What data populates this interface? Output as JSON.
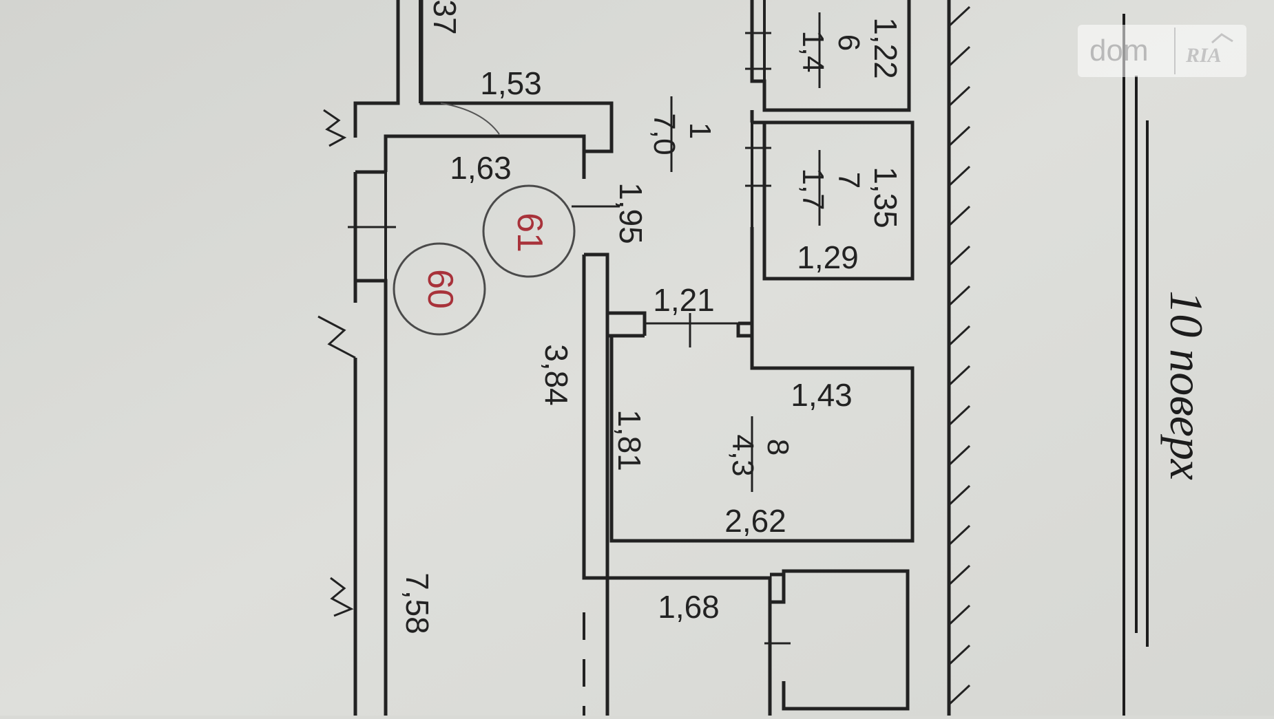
{
  "floor_label": "10 поверх",
  "watermark": {
    "dom": "dom",
    "ria": "RIA"
  },
  "apartment_numbers": [
    "60",
    "61"
  ],
  "rooms": [
    {
      "number": "1",
      "area": "7,0"
    },
    {
      "number": "6",
      "area": "1,4"
    },
    {
      "number": "7",
      "area": "1,7"
    },
    {
      "number": "8",
      "area": "4,3"
    }
  ],
  "dimensions": [
    "37",
    "1,53",
    "1,63",
    "1,95",
    "3,84",
    "1,21",
    "1,22",
    "1,35",
    "1,29",
    "1,43",
    "1,81",
    "2,62",
    "1,68",
    "7,58"
  ]
}
